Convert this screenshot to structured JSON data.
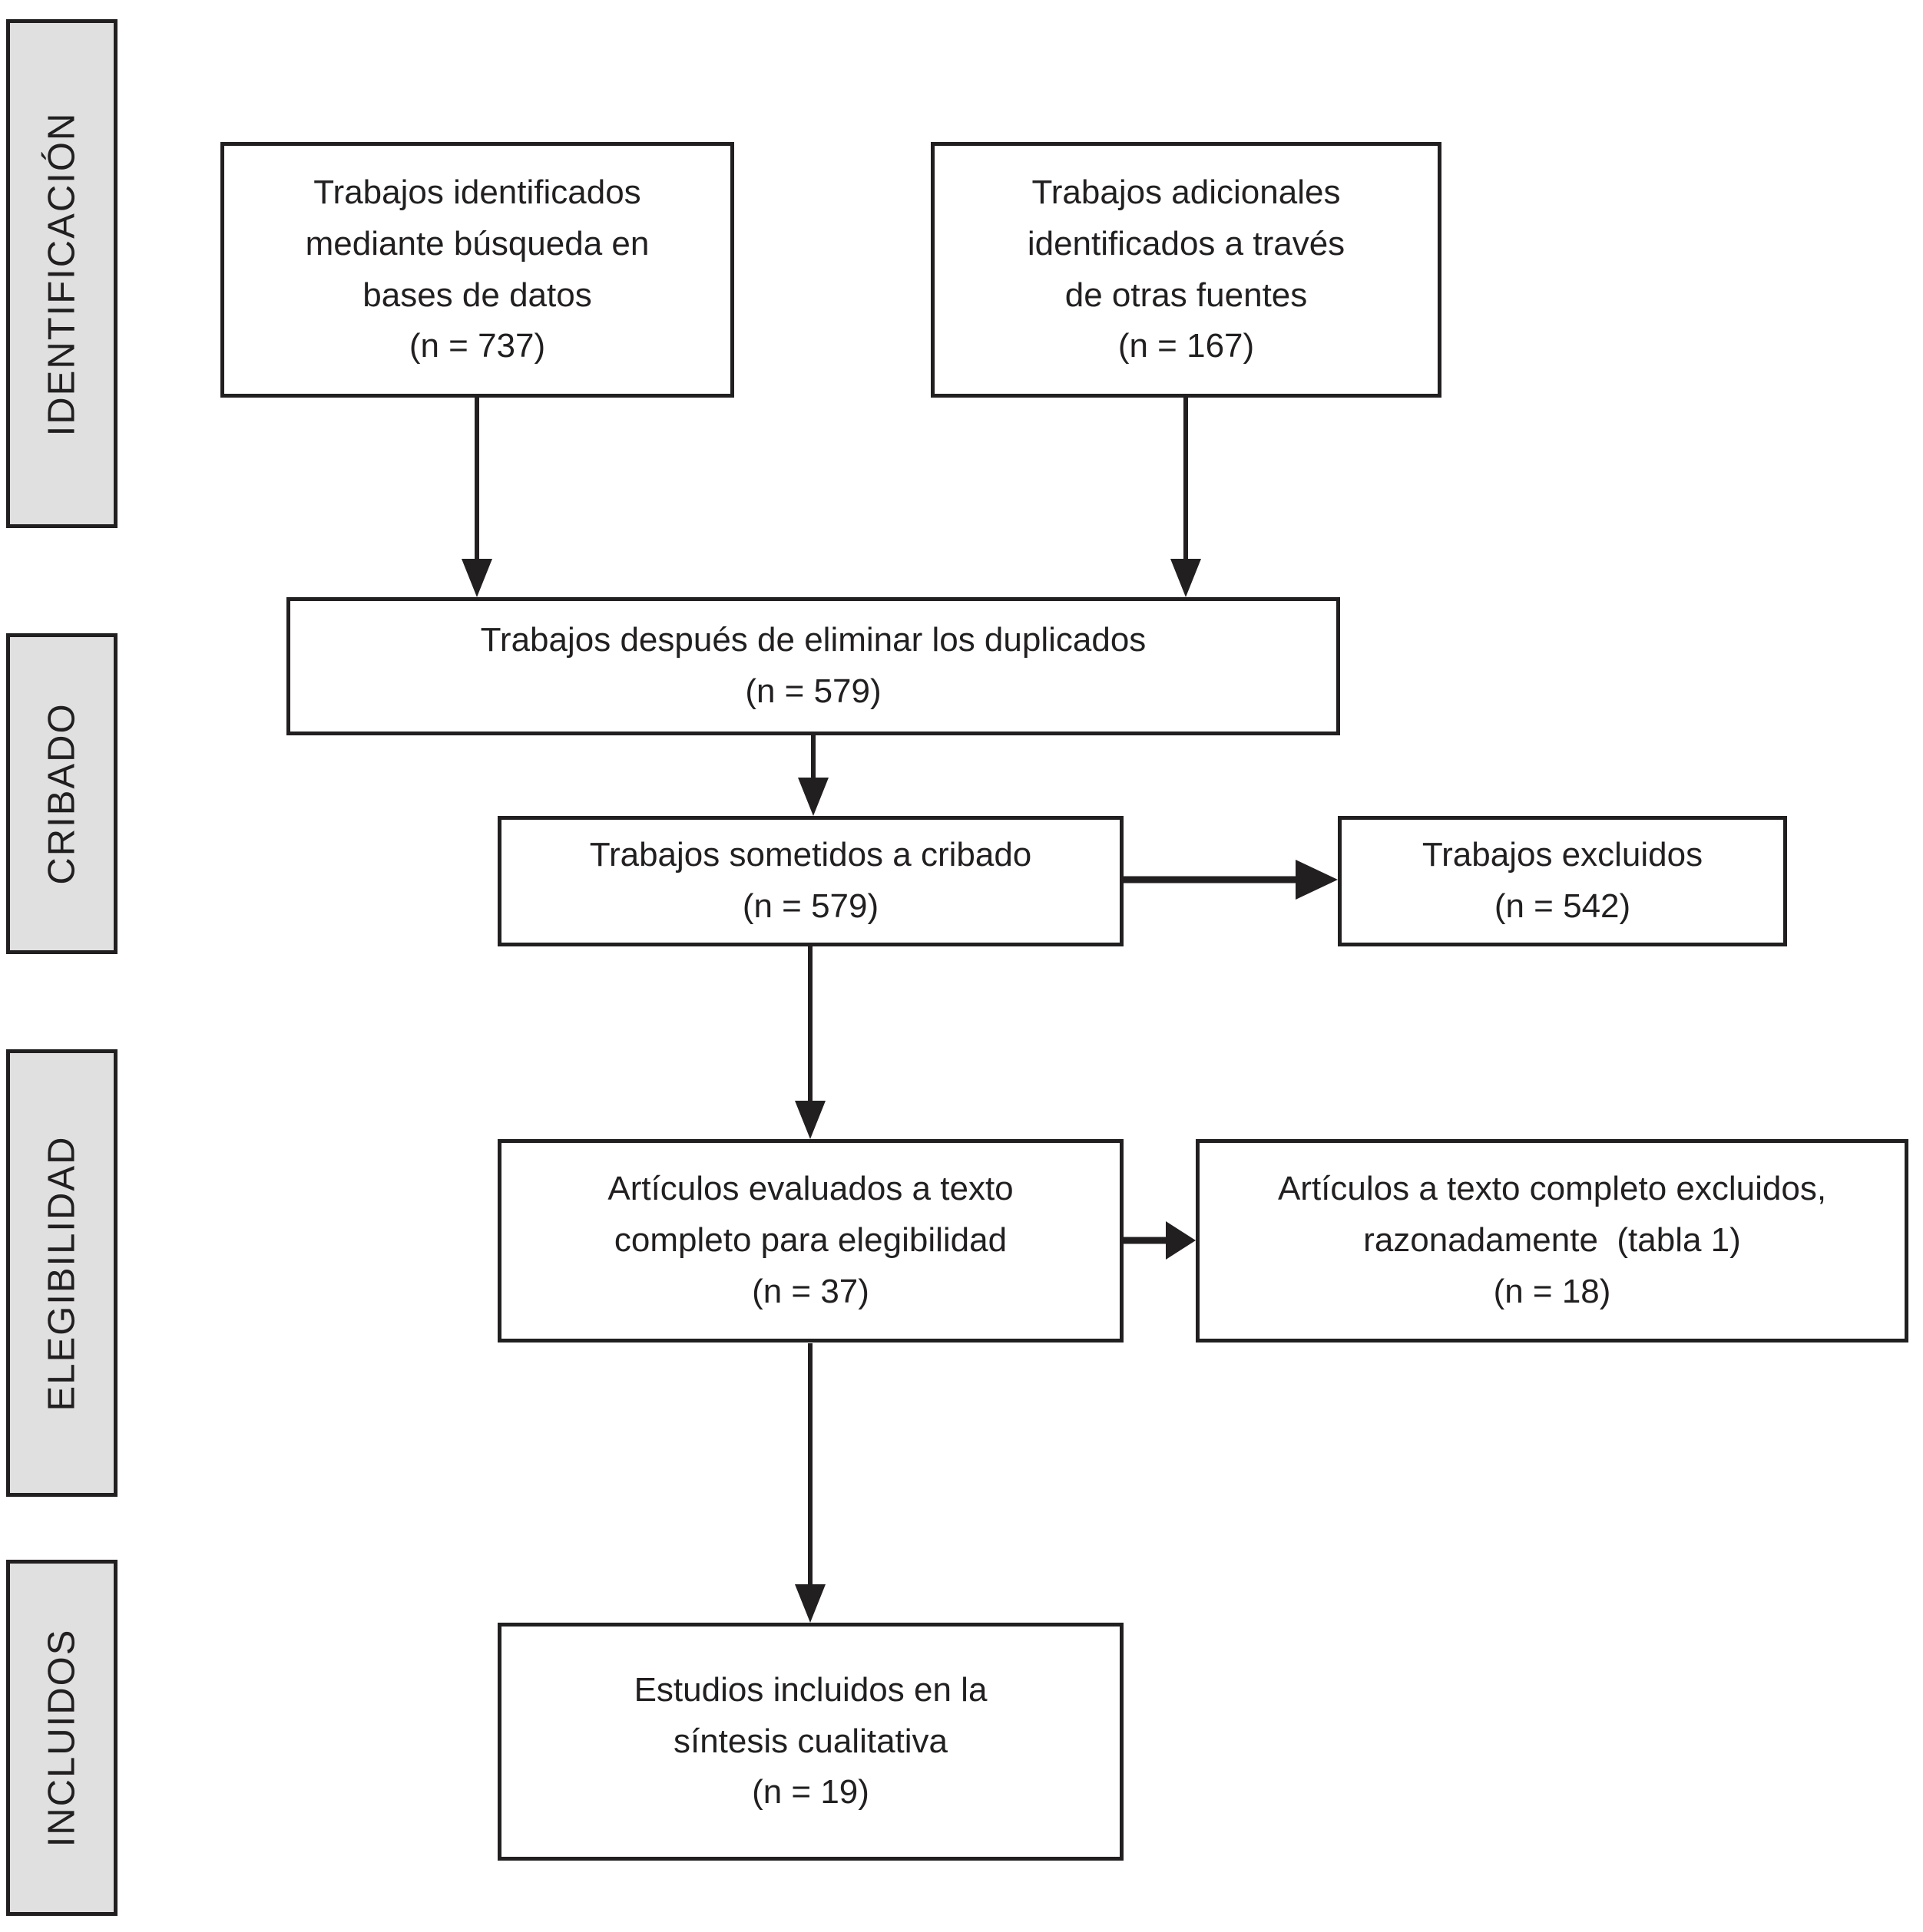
{
  "diagram": {
    "type": "prisma-flow",
    "language": "es",
    "colors": {
      "background": "#ffffff",
      "box_border": "#221f20",
      "text": "#221f20",
      "stage_fill": "#e0e0e0",
      "arrow": "#221f20"
    },
    "stages": [
      {
        "id": "identificacion",
        "label": "IDENTIFICACIÓN"
      },
      {
        "id": "cribado",
        "label": "CRIBADO"
      },
      {
        "id": "elegibilidad",
        "label": "ELEGIBILIDAD"
      },
      {
        "id": "incluidos",
        "label": "INCLUIDOS"
      }
    ],
    "boxes": [
      {
        "id": "identified-databases",
        "n": 737,
        "text": "Trabajos identificados\nmediante búsqueda en\nbases de datos\n(n = 737)"
      },
      {
        "id": "identified-other-sources",
        "n": 167,
        "text": "Trabajos adicionales\nidentificados a través\nde otras fuentes\n(n = 167)"
      },
      {
        "id": "after-duplicates",
        "n": 579,
        "text": "Trabajos después de eliminar los duplicados\n(n = 579)"
      },
      {
        "id": "screened",
        "n": 579,
        "text": "Trabajos sometidos a cribado\n(n = 579)"
      },
      {
        "id": "excluded",
        "n": 542,
        "text": "Trabajos excluidos\n(n = 542)"
      },
      {
        "id": "fulltext-assessed",
        "n": 37,
        "text": "Artículos evaluados a texto\ncompleto para elegibilidad\n(n = 37)"
      },
      {
        "id": "fulltext-excluded",
        "n": 18,
        "text": "Artículos a texto completo excluidos,\nrazonadamente  (tabla 1)\n(n = 18)"
      },
      {
        "id": "included-qualitative",
        "n": 19,
        "text": "Estudios incluidos en la\nsíntesis cualitativa\n(n = 19)"
      }
    ],
    "edges": [
      {
        "from": "identified-databases",
        "to": "after-duplicates"
      },
      {
        "from": "identified-other-sources",
        "to": "after-duplicates"
      },
      {
        "from": "after-duplicates",
        "to": "screened"
      },
      {
        "from": "screened",
        "to": "excluded"
      },
      {
        "from": "screened",
        "to": "fulltext-assessed"
      },
      {
        "from": "fulltext-assessed",
        "to": "fulltext-excluded"
      },
      {
        "from": "fulltext-assessed",
        "to": "included-qualitative"
      }
    ]
  }
}
